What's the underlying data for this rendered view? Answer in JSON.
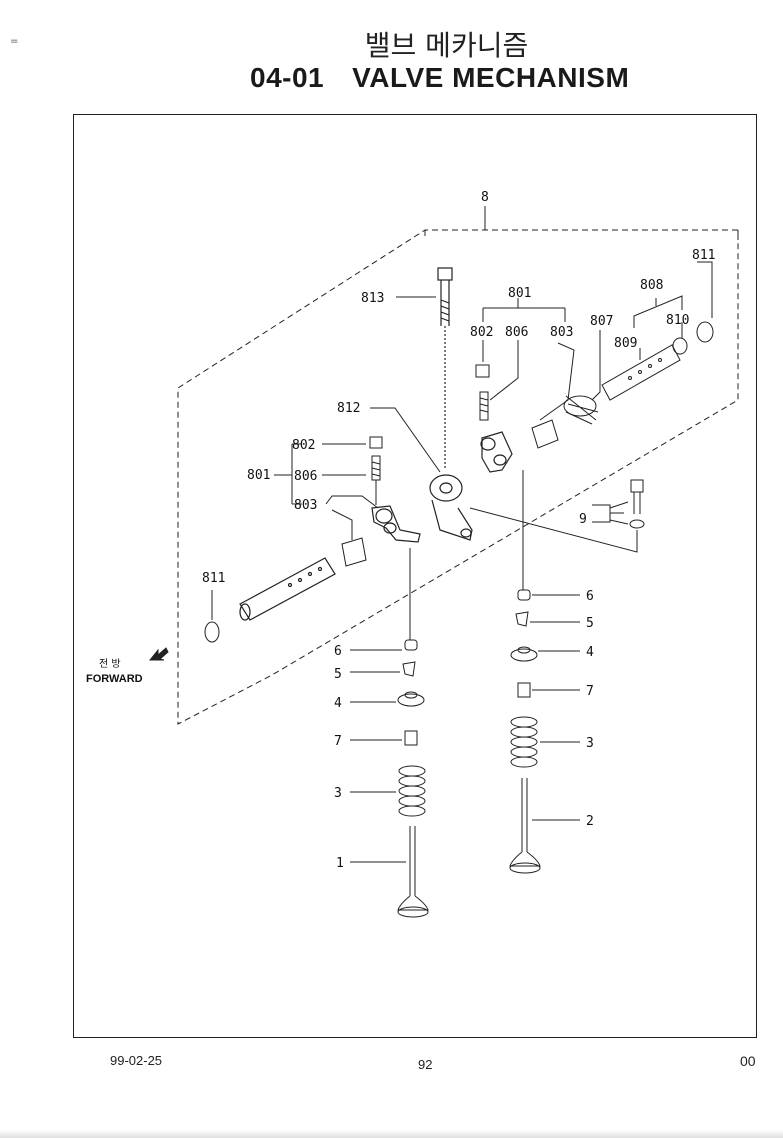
{
  "header": {
    "title_korean": "밸브 메카니즘",
    "section_number": "04-01",
    "title_english": "VALVE MECHANISM"
  },
  "diagram": {
    "callouts": {
      "c8": "8",
      "c811_top": "811",
      "c808": "808",
      "c801_top": "801",
      "c807": "807",
      "c810": "810",
      "c809": "809",
      "c802_top": "802",
      "c806_top": "806",
      "c803_top": "803",
      "c813": "813",
      "c812": "812",
      "c802_left": "802",
      "c801_left": "801",
      "c806_left": "806",
      "c803_left": "803",
      "c9": "9",
      "c811_left": "811",
      "c6_r": "6",
      "c5_r": "5",
      "c4_r": "4",
      "c7_r": "7",
      "c3_r": "3",
      "c2": "2",
      "c6_l": "6",
      "c5_l": "5",
      "c4_l": "4",
      "c7_l": "7",
      "c3_l": "3",
      "c1": "1"
    },
    "forward_label_korean": "전 방",
    "forward_label_english": "FORWARD"
  },
  "footer": {
    "date": "99-02-25",
    "page": "92",
    "code": "00"
  }
}
